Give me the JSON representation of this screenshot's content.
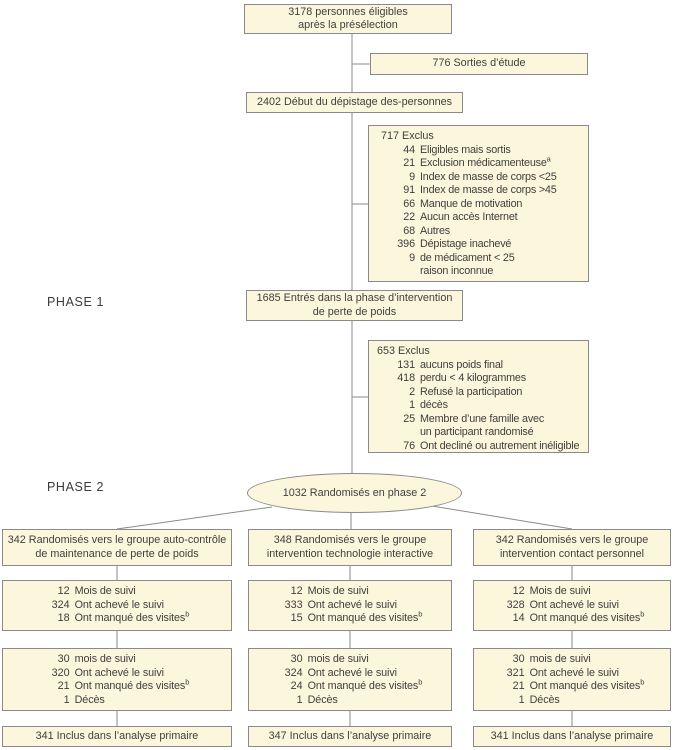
{
  "colors": {
    "box_fill": "#fcf7dc",
    "box_border": "#8a8a8a",
    "connector_line": "#8a8a8a",
    "text": "#3e3e3e",
    "background": "#ffffff"
  },
  "diagram": {
    "phase1_label": "PHASE 1",
    "phase2_label": "PHASE 2",
    "top_box": {
      "line1": "3178 personnes éligibles",
      "line2": "après la présélection"
    },
    "exits_box": {
      "text": "776 Sorties d’étude"
    },
    "screening_box": {
      "text": "2402 Début du dépistage des-personnes"
    },
    "excluded1": {
      "header_n": "717",
      "header_text": "Exclus",
      "items": [
        {
          "n": "44",
          "text": "Eligibles mais sortis"
        },
        {
          "n": "21",
          "text": "Exclusion médicamenteuse",
          "sup": "a"
        },
        {
          "n": "9",
          "text": "Index de masse de corps <25"
        },
        {
          "n": "91",
          "text": "Index de masse de corps >45"
        },
        {
          "n": "66",
          "text": "Manque de motivation"
        },
        {
          "n": "22",
          "text": "Aucun accès Internet"
        },
        {
          "n": "68",
          "text": "Autres"
        },
        {
          "n": "396",
          "text": "Dépistage inachevé"
        },
        {
          "n": "9",
          "text": "de médicament < 25"
        },
        {
          "n": "",
          "text": "raison inconnue"
        }
      ]
    },
    "phase1_box": {
      "line1": "1685 Entrés dans la phase d’intervention",
      "line2": "de perte de poids"
    },
    "excluded2": {
      "header_n": "653",
      "header_text": "Exclus",
      "items": [
        {
          "n": "131",
          "text": "aucuns poids final"
        },
        {
          "n": "418",
          "text": "perdu < 4 kilogrammes"
        },
        {
          "n": "2",
          "text": "Refusé la participation"
        },
        {
          "n": "1",
          "text": "décès"
        },
        {
          "n": "25",
          "text": "Membre d’une famille avec"
        },
        {
          "n": "",
          "text": "un participant randomisé"
        },
        {
          "n": "76",
          "text": "Ont decliné ou autrement inéligible"
        }
      ]
    },
    "randomized_ellipse": {
      "text": "1032 Randomisés en phase 2"
    },
    "columns": [
      {
        "randomized": {
          "line1": "342 Randomisés vers le groupe auto-contrôle",
          "line2": "de maintenance de perte de poids"
        },
        "fu12": [
          {
            "n": "12",
            "text": "Mois de suivi"
          },
          {
            "n": "324",
            "text": "Ont achevé le suivi"
          },
          {
            "n": "18",
            "text": "Ont manqué des visites",
            "sup": "b"
          }
        ],
        "fu30": [
          {
            "n": "30",
            "text": "mois de suivi"
          },
          {
            "n": "320",
            "text": "Ont achevé le suivi"
          },
          {
            "n": "21",
            "text": "Ont manqué des visites",
            "sup": "b"
          },
          {
            "n": "1",
            "text": "Décès"
          }
        ],
        "final": {
          "text": "341 Inclus dans l’analyse primaire"
        }
      },
      {
        "randomized": {
          "line1": "348 Randomisés vers le groupe",
          "line2": "intervention technologie interactive"
        },
        "fu12": [
          {
            "n": "12",
            "text": "Mois de suivi"
          },
          {
            "n": "333",
            "text": "Ont achevé le suivi"
          },
          {
            "n": "15",
            "text": "Ont manqué des visites",
            "sup": "b"
          }
        ],
        "fu30": [
          {
            "n": "30",
            "text": "mois de suivi"
          },
          {
            "n": "324",
            "text": "Ont achevé le suivi"
          },
          {
            "n": "24",
            "text": "Ont manqué des visites",
            "sup": "b"
          },
          {
            "n": "1",
            "text": "Décès"
          }
        ],
        "final": {
          "text": "347 Inclus dans l’analyse primaire"
        }
      },
      {
        "randomized": {
          "line1": "342 Randomisés vers le groupe",
          "line2": "intervention contact personnel"
        },
        "fu12": [
          {
            "n": "12",
            "text": "Mois de suivi"
          },
          {
            "n": "328",
            "text": "Ont achevé le suivi"
          },
          {
            "n": "14",
            "text": "Ont manqué des visites",
            "sup": "b"
          }
        ],
        "fu30": [
          {
            "n": "30",
            "text": "mois de suivi"
          },
          {
            "n": "321",
            "text": "Ont achevé le suivi"
          },
          {
            "n": "21",
            "text": "Ont manqué des visites",
            "sup": "b"
          },
          {
            "n": "1",
            "text": "Décès"
          }
        ],
        "final": {
          "text": "341 Inclus dans l’analyse primaire"
        }
      }
    ]
  }
}
